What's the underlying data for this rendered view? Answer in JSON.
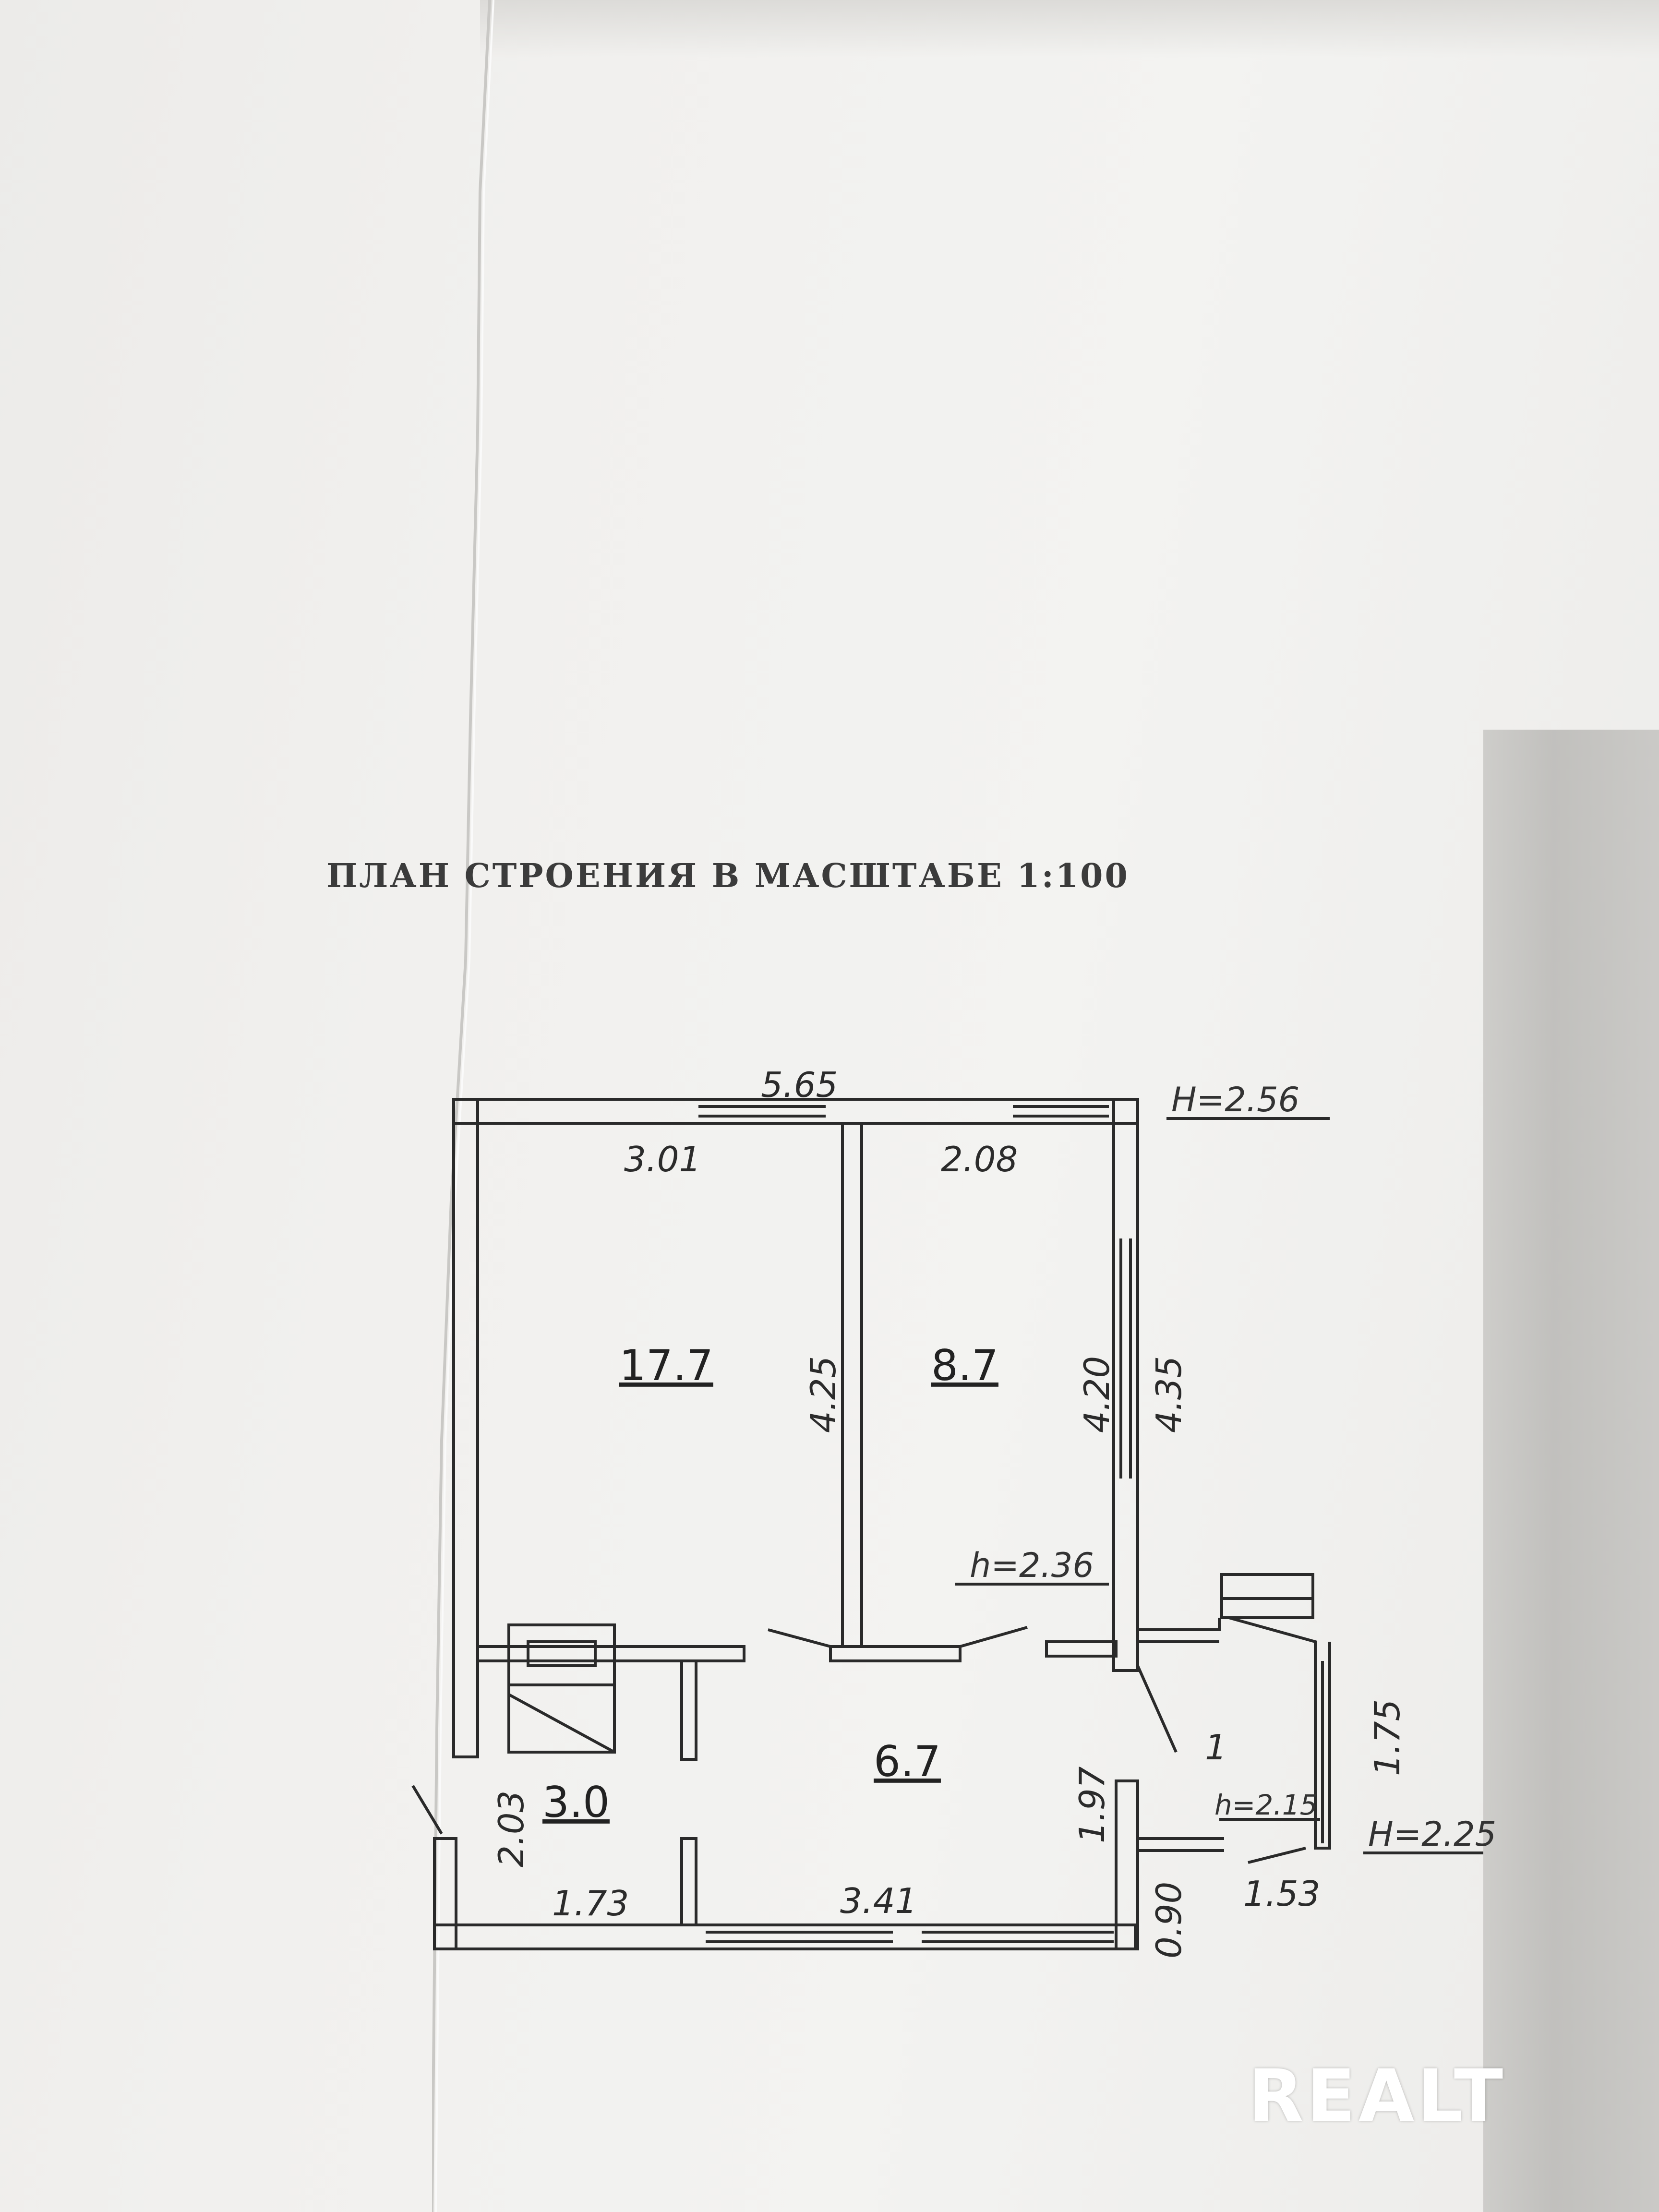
{
  "plan": {
    "title": "ПЛАН СТРОЕНИЯ В МАСШТАБЕ 1:100",
    "heights": {
      "main": "H=2.56",
      "porch": "H=2.25"
    },
    "ceiling_heights": {
      "room": "h=2.36",
      "porch": "h=2.15"
    },
    "rooms": {
      "large_room_area": "17.7",
      "small_room_area": "8.7",
      "hall_area": "6.7",
      "kitchen_area": "3.0",
      "porch_number": "1"
    },
    "dimensions": {
      "overall_width": "5.65",
      "large_room_width": "3.01",
      "small_room_width": "2.08",
      "partition_length": "4.25",
      "small_room_inner": "4.20",
      "outer_right": "4.35",
      "kitchen_side": "2.03",
      "hall_side": "1.97",
      "kitchen_bottom": "1.73",
      "hall_bottom": "3.41",
      "bottom_right": "0.90",
      "porch_side": "1.75",
      "porch_bottom": "1.53"
    }
  },
  "watermark": "REALT"
}
